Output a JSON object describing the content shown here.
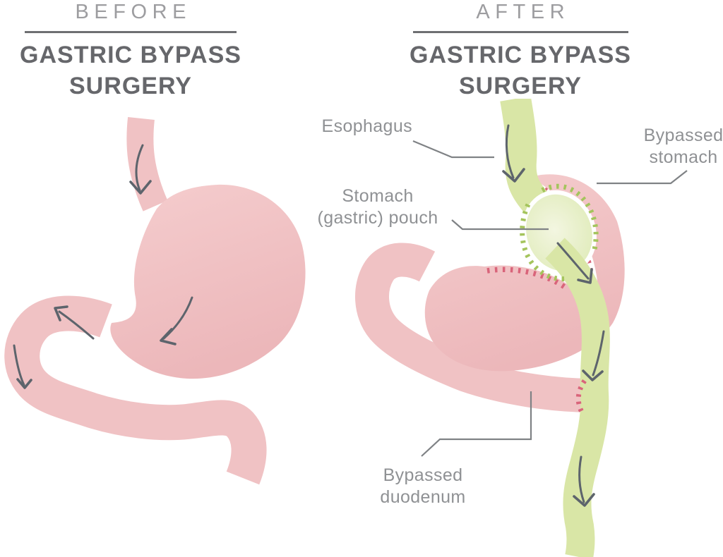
{
  "before_panel": {
    "eyebrow": "BEFORE",
    "title": [
      "GASTRIC BYPASS",
      "SURGERY"
    ]
  },
  "after_panel": {
    "eyebrow": "AFTER",
    "title": [
      "GASTRIC BYPASS",
      "SURGERY"
    ],
    "labels": {
      "esophagus": "Esophagus",
      "pouch": [
        "Stomach",
        "(gastric) pouch"
      ],
      "bypassed_stomach": [
        "Bypassed",
        "stomach"
      ],
      "bypassed_duodenum": [
        "Bypassed",
        "duodenum"
      ]
    }
  },
  "colors": {
    "heading_light": "#9d9da0",
    "heading_dark": "#66676b",
    "rule_gray": "#6e6f72",
    "label_gray": "#8f9194",
    "leader_gray": "#7f8285",
    "organ_pink": "#f0c2c4",
    "organ_pink_light": "#f5cdce",
    "organ_pink_deep": "#ecb7ba",
    "pathway_green": "#d9e6a6",
    "pouch_green_light": "#f3f6e1",
    "pouch_green_edge": "#dce9b2",
    "suture_green": "#a4c45c",
    "suture_red": "#d9647a",
    "arrow_gray": "#5d646c"
  }
}
